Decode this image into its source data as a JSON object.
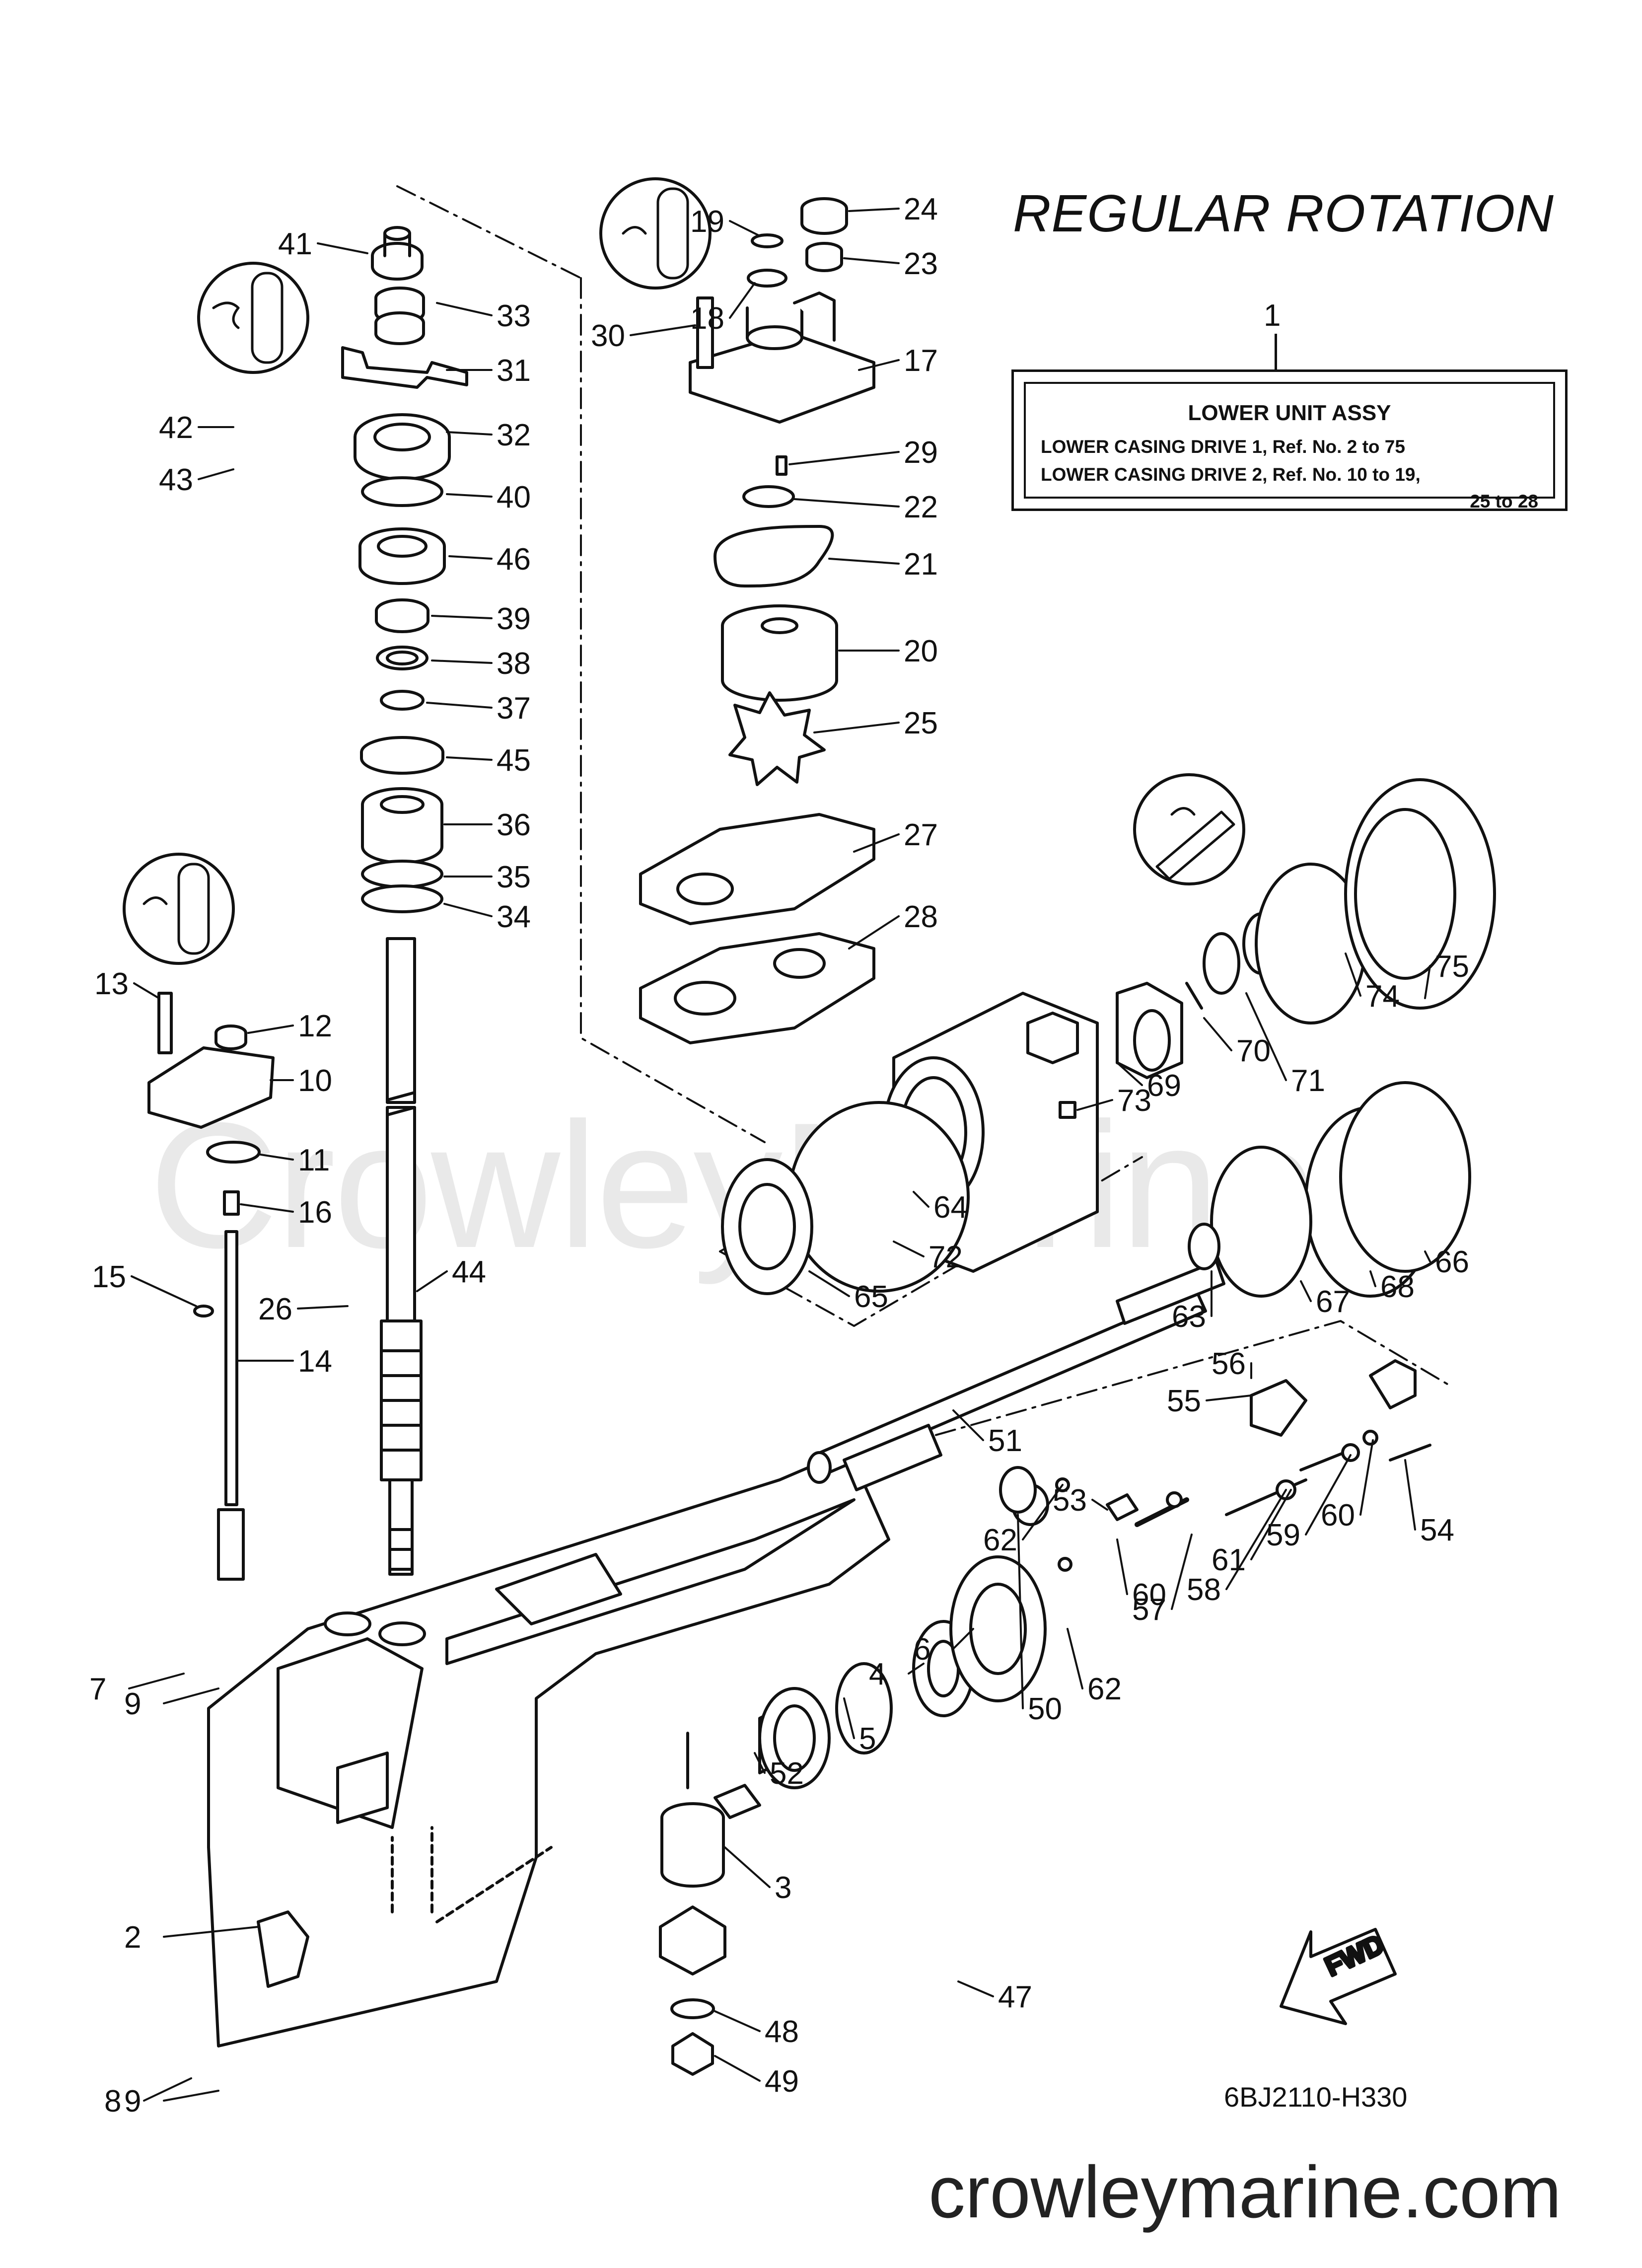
{
  "title": "REGULAR ROTATION",
  "assembly_box": {
    "ref_number": "1",
    "heading": "LOWER UNIT ASSY",
    "line1": "LOWER CASING DRIVE 1,  Ref. No. 2 to 75",
    "line2": "LOWER CASING DRIVE 2,  Ref. No. 10 to 19,",
    "line3": "25 to 28"
  },
  "drawing_code": "6BJ2110-H330",
  "watermark_text": "crowleymarine.com",
  "background_watermark": "CrowleyMarine",
  "fwd_label": "FWD",
  "callouts": [
    "41",
    "33",
    "31",
    "42",
    "43",
    "32",
    "40",
    "46",
    "39",
    "38",
    "37",
    "45",
    "36",
    "35",
    "34",
    "19",
    "24",
    "23",
    "30",
    "18",
    "17",
    "29",
    "22",
    "21",
    "20",
    "25",
    "27",
    "28",
    "13",
    "12",
    "10",
    "11",
    "16",
    "15",
    "14",
    "26",
    "44",
    "71",
    "70",
    "69",
    "74",
    "75",
    "64",
    "73",
    "72",
    "65",
    "68",
    "66",
    "67",
    "63",
    "51",
    "56",
    "55",
    "54",
    "60",
    "59",
    "61",
    "58",
    "57",
    "53",
    "62",
    "50",
    "6",
    "4",
    "5",
    "52",
    "3",
    "47",
    "48",
    "49",
    "2",
    "7",
    "9",
    "8"
  ]
}
